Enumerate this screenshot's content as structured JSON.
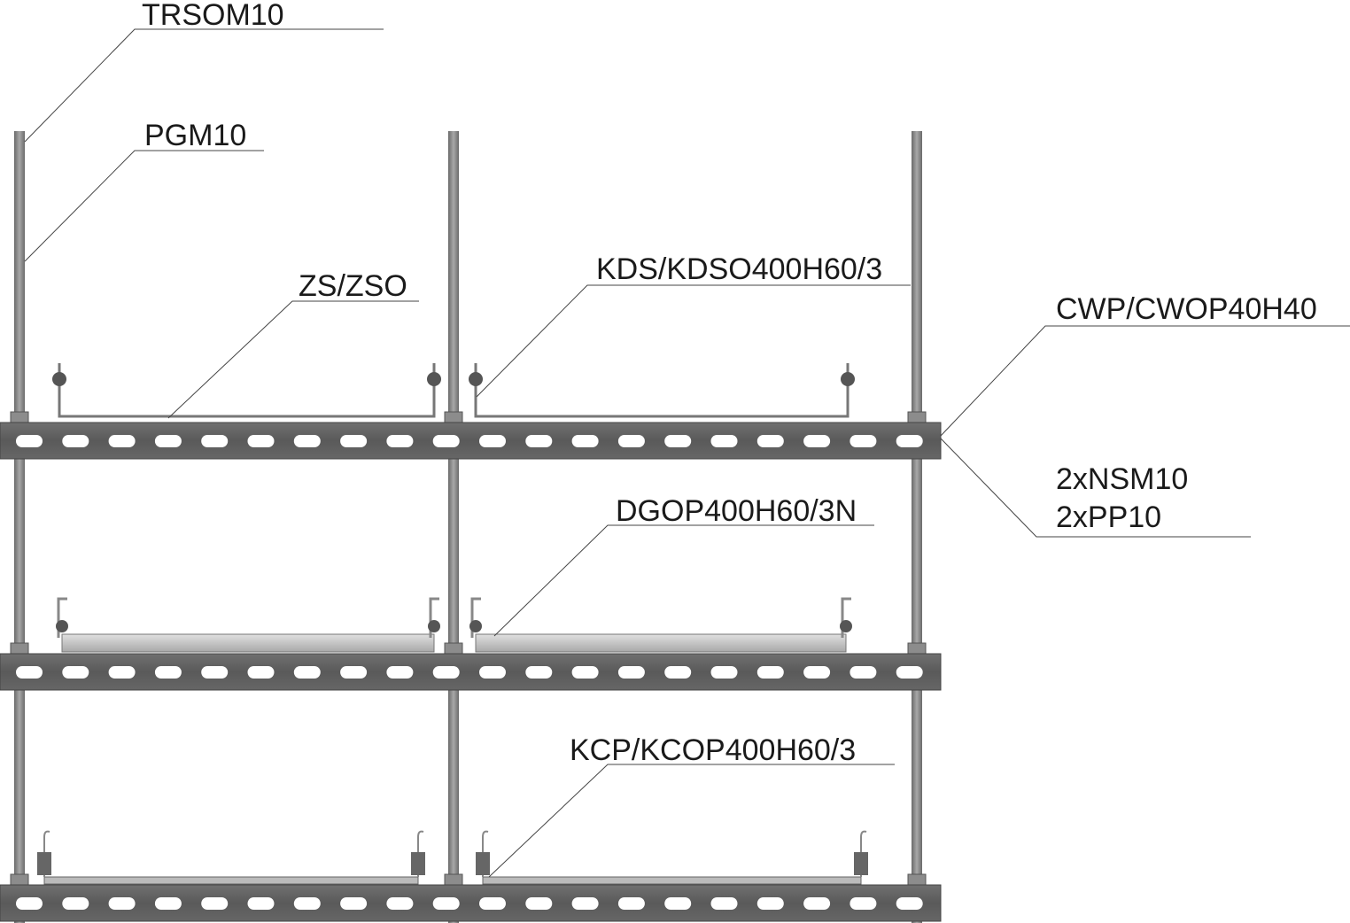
{
  "labels": {
    "trsom": "TRSOM10",
    "pgm": "PGM10",
    "zs": "ZS/ZSO",
    "kds": "KDS/KDSO400H60/3",
    "cwp": "CWP/CWOP40H40",
    "nsm": "2xNSM10",
    "pp": "2xPP10",
    "dgop": "DGOP400H60/3N",
    "kcp": "KCP/KCOP400H60/3"
  },
  "colors": {
    "channel": "#5f5f5f",
    "rod": "#8a8a8a",
    "tray": "#c8c8c8"
  }
}
